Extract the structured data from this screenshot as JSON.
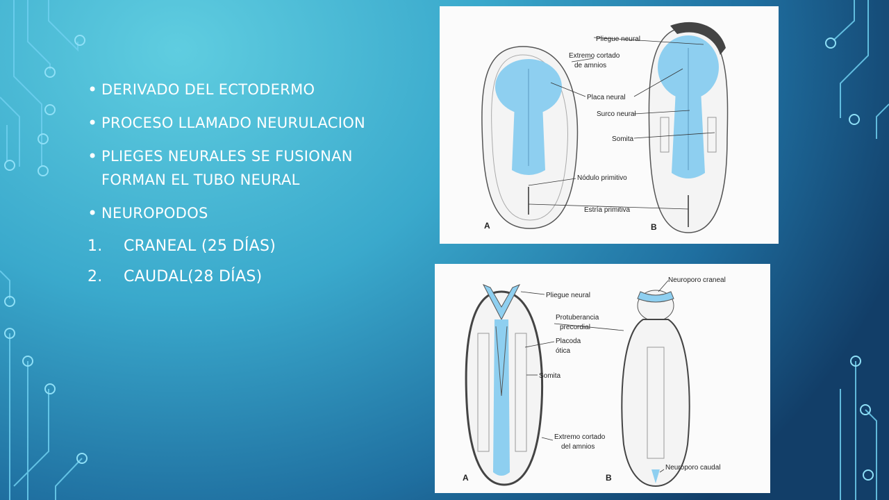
{
  "slide": {
    "bullets": [
      {
        "text": "Derivado del ectodermo"
      },
      {
        "text": "Proceso llamado neurulacion"
      },
      {
        "text": "Plieges neurales se fusionan forman el tubo neural"
      },
      {
        "text": "Neuropodos"
      }
    ],
    "numbered": [
      {
        "n": "1.",
        "text": "Craneal (25 días)"
      },
      {
        "n": "2.",
        "text": "Caudal(28 días)"
      }
    ]
  },
  "figure_top": {
    "labels": {
      "pliegue_neural": "Pliegue neural",
      "extremo_line1": "Extremo cortado",
      "extremo_line2": "de amnios",
      "placa_neural": "Placa neural",
      "surco_neural": "Surco neural",
      "somita": "Somita",
      "nodulo": "Nódulo primitivo",
      "estria": "Estría primitiva",
      "panel_a": "A",
      "panel_b": "B"
    }
  },
  "figure_bottom": {
    "labels": {
      "pliegue_neural": "Pliegue neural",
      "neuroporo_craneal": "Neuroporo craneal",
      "protuberancia_line1": "Protuberancia",
      "protuberancia_line2": "precordial",
      "placoda_line1": "Placoda",
      "placoda_line2": "ótica",
      "somita": "Somita",
      "extremo_line1": "Extremo cortado",
      "extremo_line2": "del amnios",
      "neuroporo_caudal": "Neuroporo caudal",
      "panel_a": "A",
      "panel_b": "B"
    }
  },
  "colors": {
    "neural_blue": "#8ecff0",
    "accent_line": "#2f8fd8"
  }
}
